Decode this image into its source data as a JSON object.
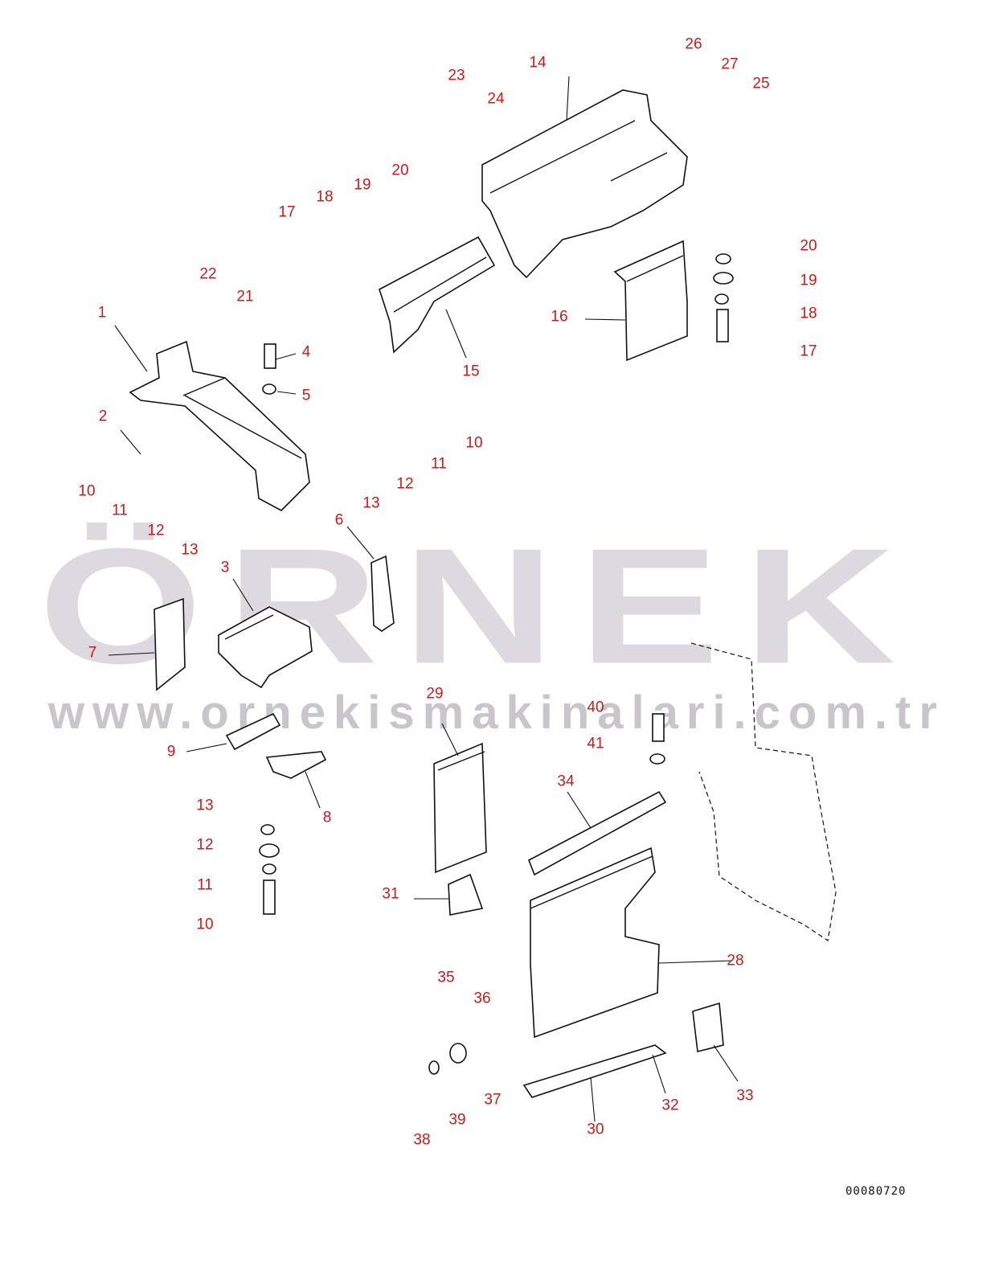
{
  "watermark": {
    "logo_text": "ÖRNEK",
    "url_text": "www.ornekismakinalari.com.tr"
  },
  "drawing_code": "00080720",
  "callouts": [
    {
      "id": "c-1",
      "label": "1"
    },
    {
      "id": "c-2",
      "label": "2"
    },
    {
      "id": "c-3",
      "label": "3"
    },
    {
      "id": "c-4",
      "label": "4"
    },
    {
      "id": "c-5",
      "label": "5"
    },
    {
      "id": "c-6",
      "label": "6"
    },
    {
      "id": "c-7",
      "label": "7"
    },
    {
      "id": "c-8",
      "label": "8"
    },
    {
      "id": "c-9",
      "label": "9"
    },
    {
      "id": "c-10a",
      "label": "10"
    },
    {
      "id": "c-10b",
      "label": "10"
    },
    {
      "id": "c-10c",
      "label": "10"
    },
    {
      "id": "c-11a",
      "label": "11"
    },
    {
      "id": "c-11b",
      "label": "11"
    },
    {
      "id": "c-11c",
      "label": "11"
    },
    {
      "id": "c-12a",
      "label": "12"
    },
    {
      "id": "c-12b",
      "label": "12"
    },
    {
      "id": "c-12c",
      "label": "12"
    },
    {
      "id": "c-13a",
      "label": "13"
    },
    {
      "id": "c-13b",
      "label": "13"
    },
    {
      "id": "c-13c",
      "label": "13"
    },
    {
      "id": "c-14",
      "label": "14"
    },
    {
      "id": "c-15",
      "label": "15"
    },
    {
      "id": "c-16",
      "label": "16"
    },
    {
      "id": "c-17a",
      "label": "17"
    },
    {
      "id": "c-17b",
      "label": "17"
    },
    {
      "id": "c-18a",
      "label": "18"
    },
    {
      "id": "c-18b",
      "label": "18"
    },
    {
      "id": "c-19a",
      "label": "19"
    },
    {
      "id": "c-19b",
      "label": "19"
    },
    {
      "id": "c-20a",
      "label": "20"
    },
    {
      "id": "c-20b",
      "label": "20"
    },
    {
      "id": "c-21",
      "label": "21"
    },
    {
      "id": "c-22",
      "label": "22"
    },
    {
      "id": "c-23",
      "label": "23"
    },
    {
      "id": "c-24",
      "label": "24"
    },
    {
      "id": "c-25",
      "label": "25"
    },
    {
      "id": "c-26",
      "label": "26"
    },
    {
      "id": "c-27",
      "label": "27"
    },
    {
      "id": "c-28",
      "label": "28"
    },
    {
      "id": "c-29",
      "label": "29"
    },
    {
      "id": "c-30",
      "label": "30"
    },
    {
      "id": "c-31",
      "label": "31"
    },
    {
      "id": "c-32",
      "label": "32"
    },
    {
      "id": "c-33",
      "label": "33"
    },
    {
      "id": "c-34",
      "label": "34"
    },
    {
      "id": "c-35",
      "label": "35"
    },
    {
      "id": "c-36",
      "label": "36"
    },
    {
      "id": "c-37",
      "label": "37"
    },
    {
      "id": "c-38",
      "label": "38"
    },
    {
      "id": "c-39",
      "label": "39"
    },
    {
      "id": "c-40",
      "label": "40"
    },
    {
      "id": "c-41",
      "label": "41"
    }
  ]
}
